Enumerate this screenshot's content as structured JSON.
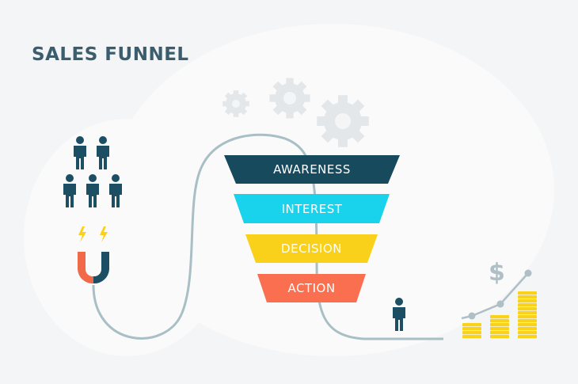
{
  "title": "SALES FUNNEL",
  "stages": [
    {
      "label": "AWARENESS",
      "color": "#184a5e"
    },
    {
      "label": "INTEREST",
      "color": "#19d3ec"
    },
    {
      "label": "DECISION",
      "color": "#fad11a"
    },
    {
      "label": "ACTION",
      "color": "#fa6f4f"
    }
  ],
  "currency_symbol": "$",
  "colors": {
    "title": "#3b5d6e",
    "people": "#1d4f64",
    "path": "#a9bfc6",
    "gear": "#e4e7e9",
    "magnet_left": "#f06a4a",
    "magnet_right": "#1d4f64",
    "bolt": "#fad11a",
    "coins": "#f9d21c",
    "growth_line": "#aebfc5",
    "dollar": "#aebfc5"
  },
  "icons": [
    "person-icon",
    "gear-icon",
    "magnet-icon",
    "lightning-icon",
    "coin-stack-icon",
    "dollar-icon"
  ]
}
